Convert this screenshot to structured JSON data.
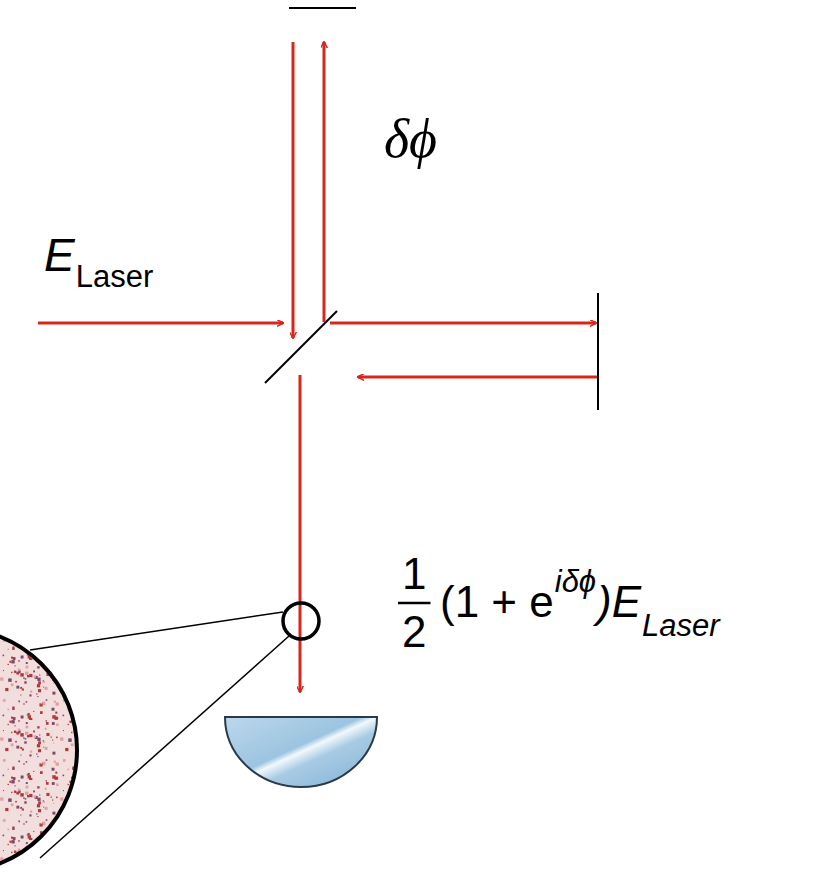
{
  "diagram": {
    "labels": [
      "δϕ",
      "E",
      "Laser",
      "1",
      "2",
      "(1 + e",
      "iδϕ",
      ")E",
      "Laser"
    ]
  }
}
